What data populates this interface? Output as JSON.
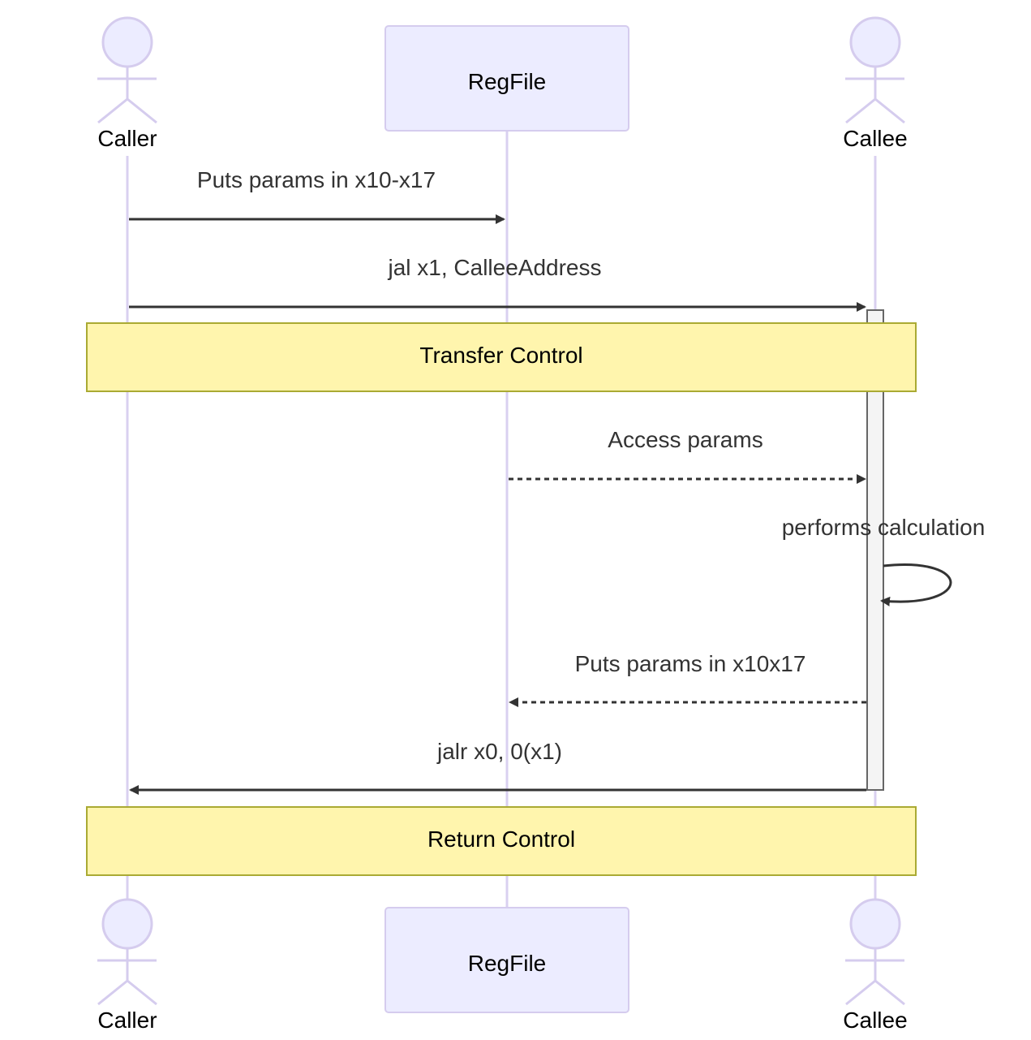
{
  "participants": [
    {
      "id": "caller",
      "label": "Caller",
      "kind": "actor"
    },
    {
      "id": "regfile",
      "label": "RegFile",
      "kind": "participant"
    },
    {
      "id": "callee",
      "label": "Callee",
      "kind": "actor"
    }
  ],
  "messages": [
    {
      "from": "caller",
      "to": "regfile",
      "label": "Puts params in x10-x17",
      "style": "solid"
    },
    {
      "from": "caller",
      "to": "callee",
      "label": "jal x1, CalleeAddress",
      "style": "solid"
    },
    {
      "from": "regfile",
      "to": "callee",
      "label": "Access params",
      "style": "dotted"
    },
    {
      "from": "callee",
      "to": "callee",
      "label": "performs calculation",
      "style": "solid"
    },
    {
      "from": "callee",
      "to": "regfile",
      "label": "Puts params in x10x17",
      "style": "dotted"
    },
    {
      "from": "callee",
      "to": "caller",
      "label": "jalr x0, 0(x1)",
      "style": "solid"
    }
  ],
  "notes": [
    {
      "label": "Transfer Control",
      "over": [
        "caller",
        "callee"
      ]
    },
    {
      "label": "Return Control",
      "over": [
        "caller",
        "callee"
      ]
    }
  ],
  "colors": {
    "actor_fill": "#ECECFF",
    "actor_stroke": "#D5CCEE",
    "lifeline": "#D9D0F0",
    "message": "#333333",
    "note_fill": "#FFF5AD",
    "note_stroke": "#AAAA33",
    "activation_fill": "#F4F4F4",
    "activation_stroke": "#666666"
  }
}
